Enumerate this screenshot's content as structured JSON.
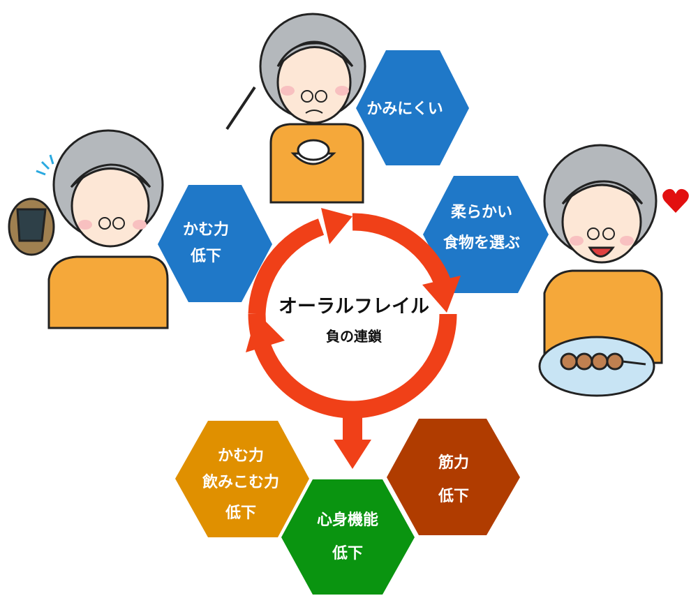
{
  "center": {
    "title": "オーラルフレイル",
    "subtitle": "負の連鎖"
  },
  "hexagons": [
    {
      "id": "hard-to-chew",
      "lines": [
        "かみにくい"
      ],
      "color": "#1f78c8"
    },
    {
      "id": "chewing-decline",
      "lines": [
        "かむ力",
        "低下"
      ],
      "color": "#1f78c8"
    },
    {
      "id": "choose-soft-food",
      "lines": [
        "柔らかい",
        "食物を選ぶ"
      ],
      "color": "#1f78c8"
    },
    {
      "id": "chew-swallow-decline",
      "lines": [
        "かむ力",
        "飲みこむ力",
        "低下"
      ],
      "color": "#e09000"
    },
    {
      "id": "physical-mental-decline",
      "lines": [
        "心身機能",
        "低下"
      ],
      "color": "#0a9410"
    },
    {
      "id": "muscle-decline",
      "lines": [
        "筋力",
        "低下"
      ],
      "color": "#b03c00"
    }
  ],
  "colors": {
    "cycle": "#f04018",
    "clothes": "#f5a83a",
    "hair": "#b4b8bc",
    "skin": "#fde7d6"
  }
}
